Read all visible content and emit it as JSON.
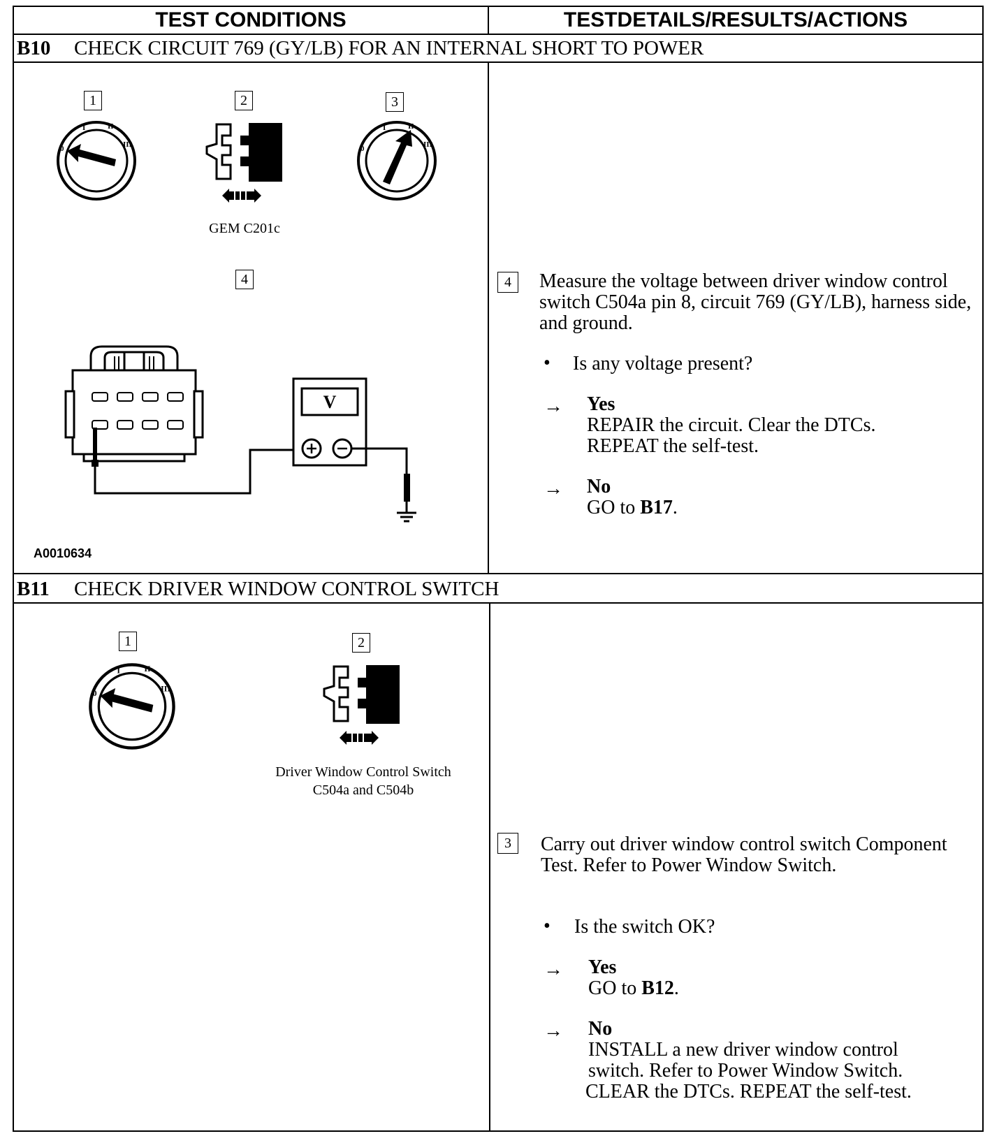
{
  "header": {
    "col_left": "TEST CONDITIONS",
    "col_right": "TESTDETAILS/RESULTS/ACTIONS"
  },
  "b10": {
    "code": "B10",
    "title": "CHECK CIRCUIT 769 (GY/LB) FOR AN INTERNAL SHORT TO POWER",
    "steps": {
      "s1": "1",
      "s2": "2",
      "s3": "3",
      "s4": "4"
    },
    "connector_caption": "GEM C201c",
    "meter_label": "V",
    "figure_id": "A0010634",
    "detail": {
      "step": "4",
      "instruction": "Measure the voltage between driver window control switch C504a pin 8, circuit 769 (GY/LB), harness side, and ground.",
      "question": "Is any voltage present?",
      "yes_label": "Yes",
      "yes_action_bold": "REPAIR",
      "yes_action_rest": " the circuit. Clear the DTCs.",
      "yes_action_line2": "REPEAT the self-test.",
      "no_label": "No",
      "no_action_prefix": "GO to ",
      "no_action_target": "B17",
      "no_action_suffix": "."
    }
  },
  "b11": {
    "code": "B11",
    "title": "CHECK DRIVER WINDOW CONTROL SWITCH",
    "steps": {
      "s1": "1",
      "s2": "2"
    },
    "connector_caption_line1": "Driver Window Control Switch",
    "connector_caption_line2": "C504a and C504b",
    "detail": {
      "step": "3",
      "instruction": "Carry out driver window control switch Component Test. Refer to Power Window Switch.",
      "question": "Is the switch OK?",
      "yes_label": "Yes",
      "yes_action_prefix": "GO to ",
      "yes_action_target": "B12",
      "yes_action_suffix": ".",
      "no_label": "No",
      "no_action_line1": "INSTALL a new driver window control",
      "no_action_line2": "switch. Refer to  Power Window Switch.",
      "no_action_line3": "CLEAR the DTCs. REPEAT the self-test."
    }
  },
  "icons": {
    "bullet": "•",
    "arrow": "→"
  }
}
